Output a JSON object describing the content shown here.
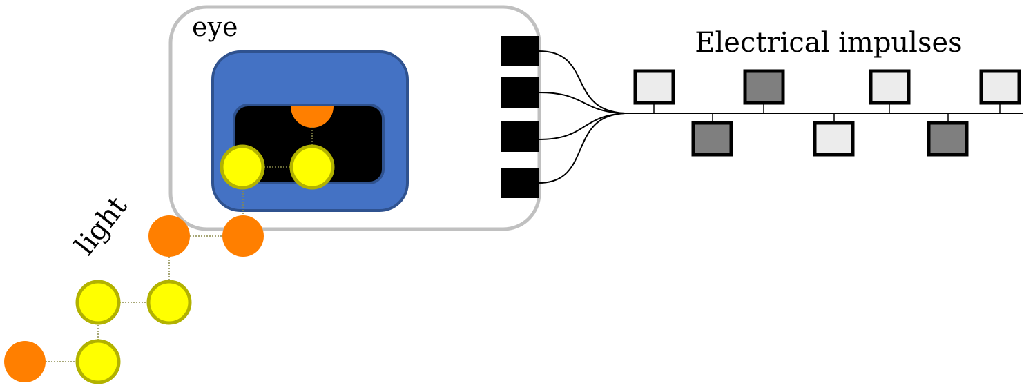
{
  "labels": {
    "eye": "eye",
    "light": "light",
    "impulses": "Electrical impulses"
  },
  "colors": {
    "eye_border": "#c0c0c0",
    "retina_fill": "#4472c4",
    "retina_border": "#2f528f",
    "pupil_fill": "#000000",
    "orange": "#ff7f00",
    "yellow": "#ffff00",
    "yellow_stroke": "#b2b200",
    "link": "#8a8a4a",
    "pulse_on": "#7f7f7f",
    "pulse_off": "#ececec"
  },
  "light_nodes": [
    {
      "type": "orange",
      "id": "n1"
    },
    {
      "type": "yellow",
      "id": "n2"
    },
    {
      "type": "yellow",
      "id": "n3"
    },
    {
      "type": "yellow",
      "id": "n4"
    },
    {
      "type": "orange",
      "id": "n5"
    },
    {
      "type": "orange",
      "id": "n6"
    },
    {
      "type": "yellow",
      "id": "n7"
    },
    {
      "type": "yellow",
      "id": "n8"
    },
    {
      "type": "orange",
      "id": "n9"
    }
  ],
  "pulses_top": [
    "light",
    "dark",
    "light",
    "light"
  ],
  "pulses_bottom": [
    "dark",
    "light",
    "dark"
  ]
}
